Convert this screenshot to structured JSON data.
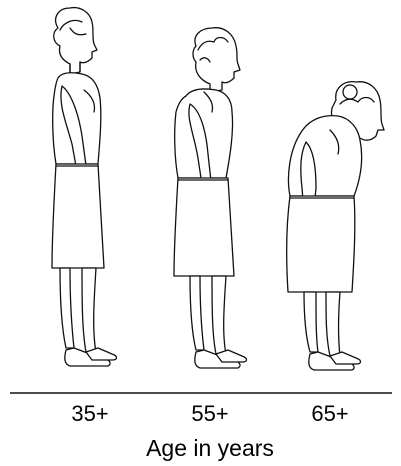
{
  "figure": {
    "age_groups": [
      {
        "label": "35+",
        "posture": "upright"
      },
      {
        "label": "55+",
        "posture": "slightly stooped"
      },
      {
        "label": "65+",
        "posture": "stooped"
      }
    ],
    "axis_title": "Age in years"
  }
}
